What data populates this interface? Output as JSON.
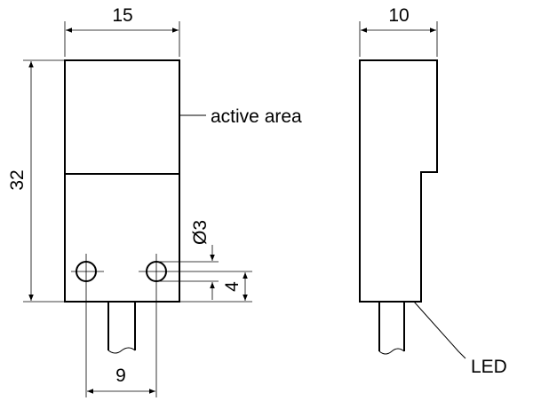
{
  "dimensions": {
    "width_front": "15",
    "height": "32",
    "hole_diameter": "Ø3",
    "hole_offset": "4",
    "hole_spacing": "9",
    "width_side": "10"
  },
  "labels": {
    "active_area": "active area",
    "led": "LED"
  }
}
